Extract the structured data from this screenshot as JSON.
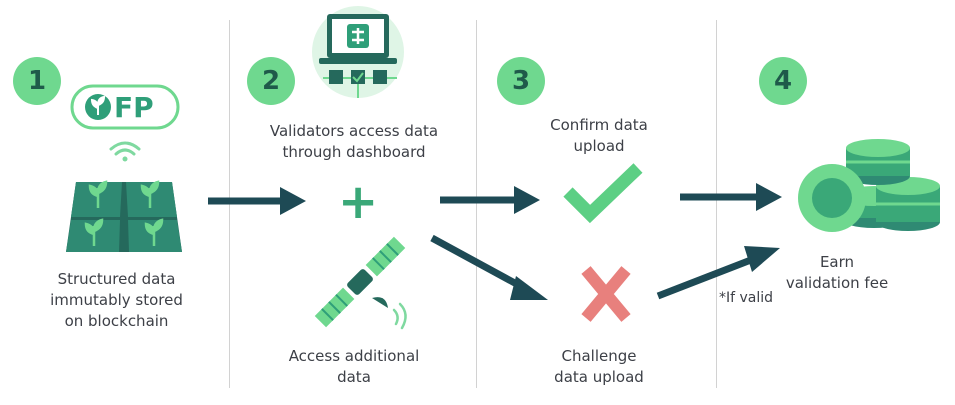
{
  "colors": {
    "badge": "#6fd88f",
    "badge_text": "#1f5a4a",
    "arrow": "#1e4a55",
    "green": "#5ccf84",
    "green_dark": "#2f9f79",
    "teal_dark": "#25695c",
    "cross": "#e8807d",
    "text": "#3d4047"
  },
  "steps": [
    {
      "number": "1",
      "caption_lines": [
        "Structured data",
        "immutably stored",
        "on blockchain"
      ],
      "icon": "field-with-plants-icon"
    },
    {
      "number": "2",
      "caption_lines": [
        "Validators access data",
        "through dashboard"
      ],
      "icon": "dashboard-laptop-icon"
    },
    {
      "number": "3",
      "caption_lines": [
        "Confirm data",
        "upload"
      ],
      "icon": "checkmark-icon"
    },
    {
      "number": "4",
      "caption_lines": [
        "Earn",
        "validation fee"
      ],
      "icon": "coin-stack-icon"
    }
  ],
  "logo": {
    "text": "FP"
  },
  "extra": {
    "access_lines": [
      "Access additional",
      "data"
    ],
    "challenge_lines": [
      "Challenge",
      "data upload"
    ],
    "plus": "+",
    "if_valid": "*If valid"
  }
}
